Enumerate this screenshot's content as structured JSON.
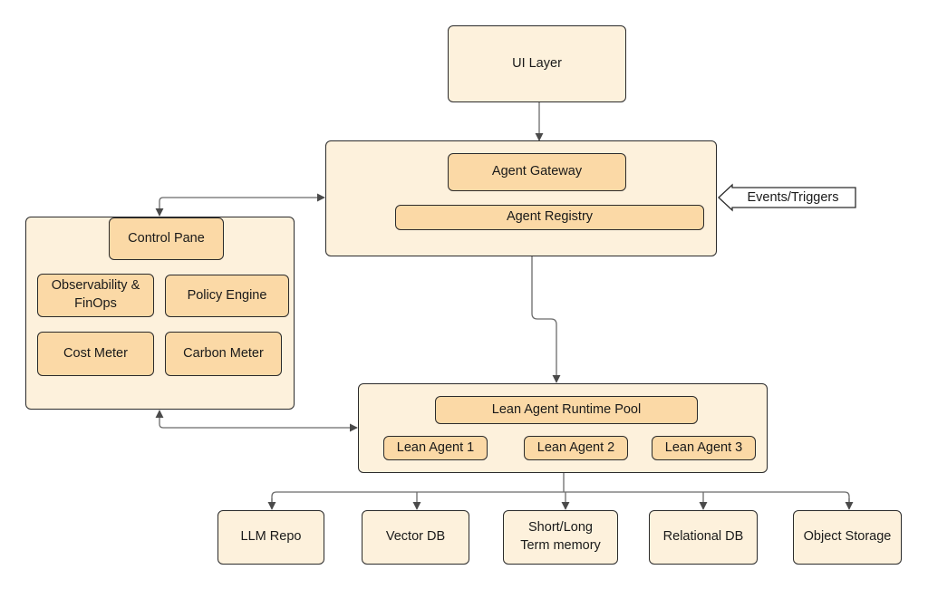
{
  "colors": {
    "outer_fill": "#fdf1dc",
    "inner_fill": "#fbd9a6",
    "border": "#2b2b2b",
    "connector": "#6b6b6b"
  },
  "diagram": {
    "ui_layer": "UI Layer",
    "gateway_group": {
      "agent_gateway": "Agent Gateway",
      "agent_registry": "Agent Registry"
    },
    "events_triggers": "Events/Triggers",
    "control_group": {
      "title": "Control Pane",
      "observability_line1": "Observability &",
      "observability_line2": "FinOps",
      "policy_engine": "Policy Engine",
      "cost_meter": "Cost Meter",
      "carbon_meter": "Carbon Meter"
    },
    "runtime_group": {
      "title": "Lean Agent Runtime Pool",
      "agents": [
        "Lean Agent 1",
        "Lean Agent 2",
        "Lean Agent 3"
      ]
    },
    "storage": {
      "llm_repo": "LLM Repo",
      "vector_db": "Vector DB",
      "memory_line1": "Short/Long",
      "memory_line2": "Term memory",
      "relational_db": "Relational DB",
      "object_storage": "Object Storage"
    }
  }
}
